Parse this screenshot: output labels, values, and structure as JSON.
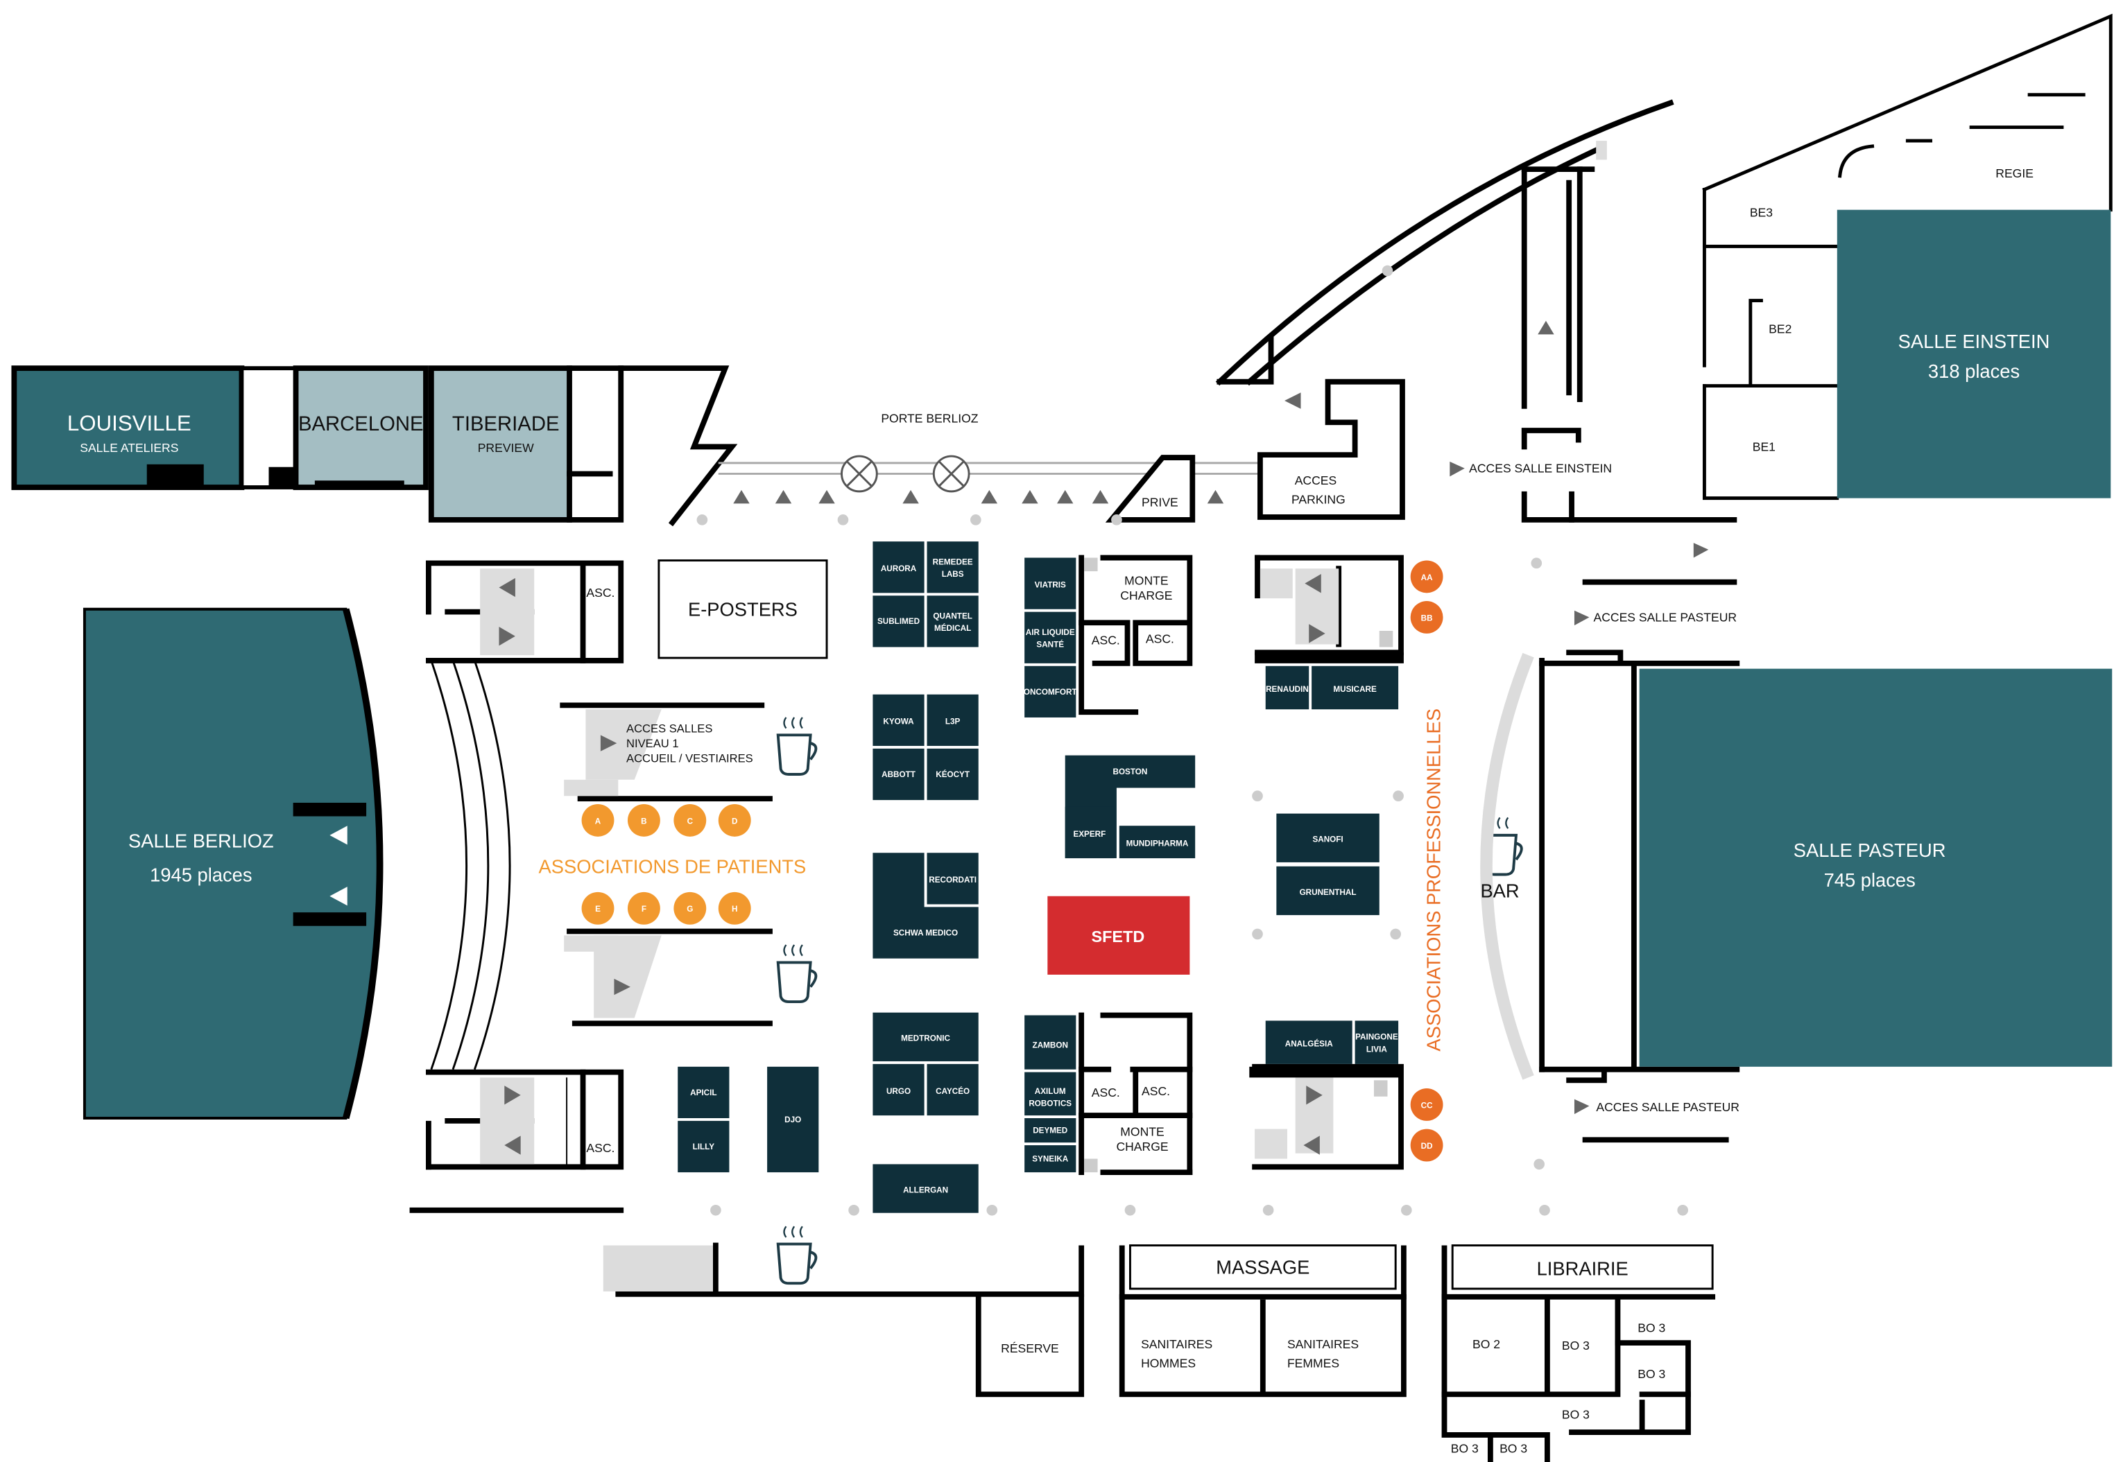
{
  "colors": {
    "room_teal": "#2f6a73",
    "room_light": "#a4bec3",
    "stand_dark": "#0f2f3a",
    "sfetd_red": "#d42c2f",
    "orange": "#f2992e",
    "orange_dark": "#e96d24",
    "grey": "#dcdcdc",
    "wall": "#000000"
  },
  "rooms": {
    "louisville": {
      "name": "LOUISVILLE",
      "sub": "SALLE ATELIERS"
    },
    "barcelone": {
      "name": "BARCELONE"
    },
    "tiberiade": {
      "name": "TIBERIADE",
      "sub": "PREVIEW"
    },
    "berlioz": {
      "name": "SALLE BERLIOZ",
      "places": "1945 places"
    },
    "einstein": {
      "name": "SALLE EINSTEIN",
      "places": "318 places"
    },
    "pasteur": {
      "name": "SALLE PASTEUR",
      "places": "745 places"
    }
  },
  "labels": {
    "porte_berlioz": "PORTE BERLIOZ",
    "prive": "PRIVE",
    "acces_parking": [
      "ACCES",
      "PARKING"
    ],
    "acces_salle_einstein": "ACCES SALLE EINSTEIN",
    "acces_salle_pasteur_1": "ACCES SALLE PASTEUR",
    "acces_salle_pasteur_2": "ACCES SALLE PASTEUR",
    "regie": "REGIE",
    "be3": "BE3",
    "be2": "BE2",
    "be1": "BE1",
    "e_posters": "E-POSTERS",
    "asc": "ASC.",
    "monte_charge": [
      "MONTE",
      "CHARGE"
    ],
    "acces_salles": [
      "ACCES SALLES",
      "NIVEAU 1",
      "ACCUEIL / VESTIAIRES"
    ],
    "associations_patients": "ASSOCIATIONS DE PATIENTS",
    "associations_pro": "ASSOCIATIONS PROFESSIONNELLES",
    "bar": "BAR",
    "massage": "MASSAGE",
    "librairie": "LIBRAIRIE",
    "reserve": "RÉSERVE",
    "sanitaires_hommes": [
      "SANITAIRES",
      "HOMMES"
    ],
    "sanitaires_femmes": [
      "SANITAIRES",
      "FEMMES"
    ],
    "bo2": "BO 2",
    "bo3": "BO 3"
  },
  "patient_booths": [
    "A",
    "B",
    "C",
    "D",
    "E",
    "F",
    "G",
    "H"
  ],
  "pro_booths": [
    "AA",
    "BB",
    "CC",
    "DD"
  ],
  "stands": {
    "aurora": "AURORA",
    "remedee": [
      "REMEDEE",
      "LABS"
    ],
    "sublimed": "SUBLIMED",
    "quantel": [
      "QUANTEL",
      "MÉDICAL"
    ],
    "kyowa": "KYOWA",
    "l3p": "L3P",
    "abbott": "ABBOTT",
    "keocyt": "KÉOCYT",
    "recordati": "RECORDATI",
    "schwa": "SCHWA MEDICO",
    "medtronic": "MEDTRONIC",
    "urgo": "URGO",
    "cayceo": "CAYCÉO",
    "allergan": "ALLERGAN",
    "apicil": "APICIL",
    "lilly": "LILLY",
    "djo": "DJO",
    "viatris": "VIATRIS",
    "airliquide": [
      "AIR LIQUIDE",
      "SANTÉ"
    ],
    "oncomfort": "ONCOMFORT",
    "boston": "BOSTON",
    "experf": "EXPERF",
    "mundipharma": "MUNDIPHARMA",
    "sfetd": "SFETD",
    "zambon": "ZAMBON",
    "axilum": [
      "AXILUM",
      "ROBOTICS"
    ],
    "deymed": "DEYMED",
    "syneika": "SYNEIKA",
    "renaudin": "RENAUDIN",
    "musicare": "MUSICARE",
    "sanofi": "SANOFI",
    "grunenthal": "GRUNENTHAL",
    "analgesia": "ANALGÉSIA",
    "paingone": [
      "PAINGONE",
      "LIVIA"
    ]
  }
}
